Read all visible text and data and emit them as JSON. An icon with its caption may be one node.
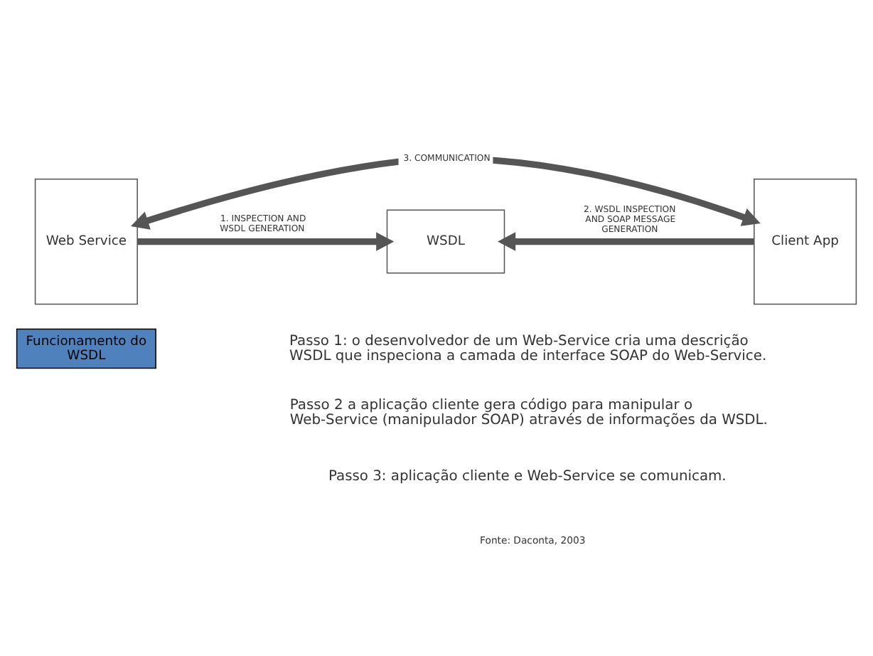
{
  "diagram": {
    "nodes": [
      {
        "text": [
          "Web Service"
        ]
      },
      {
        "text": [
          "WSDL"
        ]
      },
      {
        "text": [
          "Client App"
        ]
      },
      {
        "text": [
          "Funcionamento do WSDL"
        ]
      }
    ],
    "edges": [
      {
        "from": 0,
        "to": 1,
        "arrow": "to",
        "label": "1. INSPECTION AND WSDL GENERATION"
      },
      {
        "from": 2,
        "to": 1,
        "arrow": "to",
        "label": "2. WSDL INSPECTION AND SOAP MESSAGE GENERATION"
      },
      {
        "from": 0,
        "to": 2,
        "arrow": "both",
        "label": "3. COMMUNICATION"
      }
    ],
    "labels": [
      "**Passo 1**: o desenvolvedor de um *Web-Service* cria uma descrição WSDL que inspeciona a camada de interface SOAP do *Web-Service*.",
      "**Passo 2** a aplicação cliente gera código para manipular o *Web-Service* (manipulador SOAP) através de informações da WSDL.",
      "**Passo 3**: aplicação cliente e *Web-Service* se comunicam.",
      "Fonte: Daconta, 2003"
    ]
  }
}
